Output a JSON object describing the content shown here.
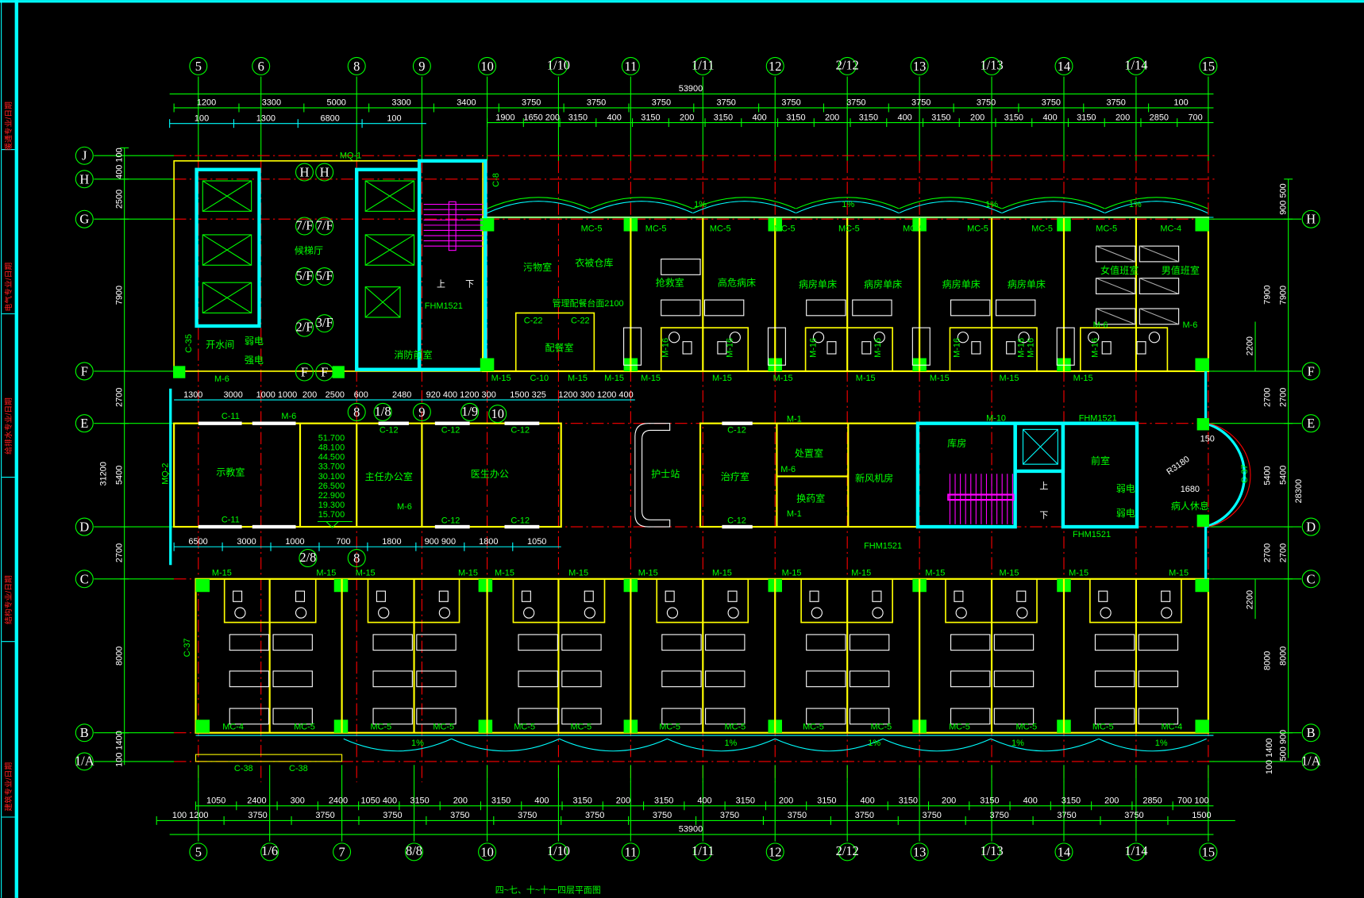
{
  "sidebar": {
    "labels": [
      "暖通专业/日期",
      "电气专业/日期",
      "给排水专业/日期",
      "结构专业/日期",
      "建筑专业/日期"
    ]
  },
  "title": "四~七、十~十一四层平面图",
  "axes": {
    "top": [
      "5",
      "6",
      "8",
      "9",
      "10",
      "1/10",
      "11",
      "1/11",
      "12",
      "2/12",
      "13",
      "1/13",
      "14",
      "1/14",
      "15"
    ],
    "bottom": [
      "5",
      "1/6",
      "7",
      "8/8",
      "10",
      "1/10",
      "11",
      "1/11",
      "12",
      "2/12",
      "13",
      "1/13",
      "14",
      "1/14",
      "15"
    ],
    "left": [
      "J",
      "H",
      "G",
      "F",
      "E",
      "D",
      "C",
      "B",
      "1/A"
    ],
    "right": [
      "H",
      "F",
      "E",
      "D",
      "C",
      "B",
      "1/A"
    ],
    "core": [
      "H",
      "H",
      "7/F",
      "7/F",
      "5/F",
      "5/F",
      "2/F",
      "3/F",
      "F",
      "F"
    ],
    "middle": [
      "8",
      "1/8",
      "9",
      "1/9",
      "10",
      "2/8",
      "8"
    ]
  },
  "dimensions": {
    "top_total": "53900",
    "top_row1": [
      "1200",
      "3300",
      "5000",
      "3300",
      "3400",
      "3750",
      "3750",
      "3750",
      "3750",
      "3750",
      "3750",
      "3750",
      "3750",
      "3750",
      "3750",
      "100"
    ],
    "top_row2": [
      "1900",
      "1650 200",
      "3150",
      "400",
      "3150",
      "200",
      "3150",
      "400",
      "3150",
      "200",
      "3150",
      "400",
      "3150",
      "200",
      "3150",
      "400",
      "3150",
      "200",
      "2850",
      "700"
    ],
    "top_core": [
      "100",
      "1300",
      "6800",
      "100"
    ],
    "bottom_row1": [
      "1050",
      "2400",
      "300",
      "2400",
      "1050 400",
      "3150",
      "200",
      "3150",
      "400",
      "3150",
      "200",
      "3150",
      "400",
      "3150",
      "200",
      "3150",
      "400",
      "3150",
      "200",
      "3150",
      "400",
      "3150",
      "200",
      "2850",
      "700 100"
    ],
    "bottom_row2": [
      "100 1200",
      "3750",
      "3750",
      "3750",
      "3750",
      "3750",
      "3750",
      "3750",
      "3750",
      "3750",
      "3750",
      "3750",
      "3750",
      "3750",
      "3750",
      "1500"
    ],
    "bottom_total": "53900",
    "left_overall": "31200",
    "right_overall": "28300",
    "left_chain": [
      "400 100",
      "2500",
      "7900",
      "2700",
      "5400",
      "2700",
      "8000",
      "100 1400"
    ],
    "right_chain": [
      "900 500",
      "7900",
      "2700",
      "5400",
      "2700",
      "8000",
      "500 900",
      "100 1400"
    ],
    "middle_top": [
      "1300",
      "3000",
      "1000 1000",
      "200",
      "2500",
      "600",
      "2480",
      "920 400 1200 300",
      "1500 325",
      "1200 300 1200 400"
    ],
    "middle_bottom": [
      "6500",
      "3000",
      "1000",
      "700",
      "1800",
      "900 900",
      "1800",
      "1050"
    ],
    "right_inner": [
      "2200",
      "7900",
      "2700",
      "5400",
      "2700",
      "2200",
      "8000"
    ],
    "radius": "R3180",
    "radius_offset": "1680",
    "radius_gap": "150"
  },
  "rooms": {
    "lift_lobby": "候梯厅",
    "boiling_water": "开水间",
    "weak_elec_1": "弱电",
    "strong_elec_1": "强电",
    "fire_anteroom": "消防前室",
    "dirty_room": "污物室",
    "linen_store": "衣被仓库",
    "pantry": "配餐室",
    "rescue": "抢救室",
    "high_risk": "高危病床",
    "single_ward": "病房单床",
    "female_duty": "女值班室",
    "male_duty": "男值班室",
    "teaching": "示教室",
    "director_office": "主任办公室",
    "doctor_office": "医生办公",
    "nurse_station": "护士站",
    "treatment": "治疗室",
    "disposal": "处置室",
    "dressing": "换药室",
    "fresh_air": "新风机房",
    "storage": "库房",
    "anteroom": "前室",
    "patient_rest": "病人休息",
    "weak_elec_2": "弱电",
    "weak_elec_3": "弱电",
    "pantry_note": "管理配餐台面2100"
  },
  "elevations": [
    "51.700",
    "48.100",
    "44.500",
    "33.700",
    "30.100",
    "26.500",
    "22.900",
    "19.300",
    "15.700"
  ],
  "tags": {
    "curtain_wall_1": "MQ-1",
    "curtain_wall_2": "MQ-2",
    "window_c8": "C-8",
    "window_c35": "C-35",
    "window_c37": "C-37",
    "window_c37b": "C-37",
    "window_c11": "C-11",
    "window_c12": "C-12",
    "window_c22": "C-22",
    "window_c10": "C-10",
    "window_c38": "C-38",
    "door_m6": "M-6",
    "door_m1": "M-1",
    "door_m10": "M-10",
    "door_m15": "M-15",
    "door_m16": "M-16",
    "fire_door": "FHM1521",
    "balcony_door_mc5": "MC-5",
    "balcony_door_mc4": "MC-4",
    "slope": "1%",
    "up": "上",
    "down": "下"
  }
}
